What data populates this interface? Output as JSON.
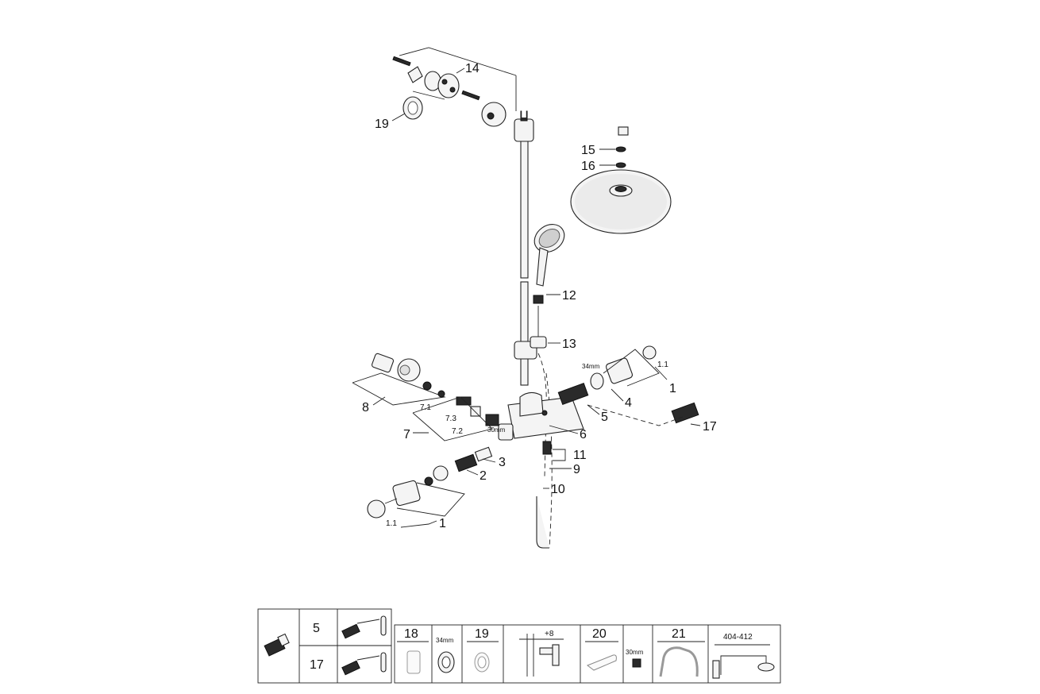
{
  "callouts": {
    "c14": "14",
    "c19": "19",
    "c15": "15",
    "c16": "16",
    "c12": "12",
    "c13": "13",
    "c1_1_top": "1.1",
    "c1_top": "1",
    "c34mm": "34mm",
    "c4": "4",
    "c5": "5",
    "c17": "17",
    "c8": "8",
    "c7_1": "7.1",
    "c7_3": "7.3",
    "c7_2": "7.2",
    "c7": "7",
    "c30mm": "30mm",
    "c6": "6",
    "c11": "11",
    "c9": "9",
    "c3": "3",
    "c2": "2",
    "c10": "10",
    "c1_1_bot": "1.1",
    "c1_bot": "1"
  },
  "legend": {
    "num_5": "5",
    "num_17": "17",
    "num_18": "18",
    "label_34mm": "34mm",
    "num_19": "19",
    "label_plus8": "+8",
    "num_20": "20",
    "label_30mm": "30mm",
    "num_21": "21",
    "label_range": "404-412"
  }
}
